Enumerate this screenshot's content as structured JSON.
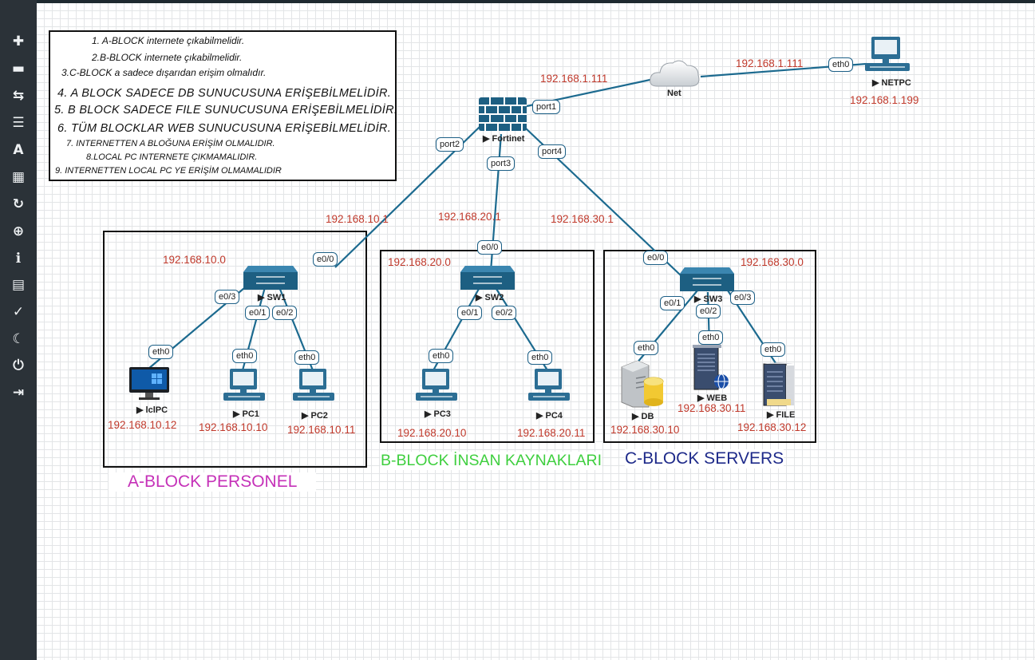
{
  "sidebar": {
    "items": [
      {
        "icon": "plus-icon",
        "glyph": "✚"
      },
      {
        "icon": "drive-icon",
        "glyph": "▬"
      },
      {
        "icon": "swap-arrows-icon",
        "glyph": "⇆"
      },
      {
        "icon": "align-left-icon",
        "glyph": "☰"
      },
      {
        "icon": "text-box-icon",
        "glyph": "A"
      },
      {
        "icon": "grid-icon",
        "glyph": "▦"
      },
      {
        "icon": "refresh-icon",
        "glyph": "↻"
      },
      {
        "icon": "zoom-icon",
        "glyph": "⊕"
      },
      {
        "icon": "info-icon",
        "glyph": "ℹ"
      },
      {
        "icon": "list-icon",
        "glyph": "▤"
      },
      {
        "icon": "check-circle-icon",
        "glyph": "✓"
      },
      {
        "icon": "moon-icon",
        "glyph": "☾"
      },
      {
        "icon": "power-icon",
        "glyph": "⏻"
      },
      {
        "icon": "logout-icon",
        "glyph": "⇥"
      }
    ]
  },
  "notes": [
    "1. A-BLOCK internete çıkabilmelidir.",
    "2.B-BLOCK internete çıkabilmelidir.",
    "3.C-BLOCK a sadece dışarıdan erişim olmalıdır.",
    "4. A BLOCK SADECE DB SUNUCUSUNA ERİŞEBİLMELİDİR.",
    "5. B BLOCK SADECE FILE SUNUCUSUNA ERİŞEBİLMELİDİR.",
    "6. TÜM BLOCKLAR WEB SUNUCUSUNA ERİŞEBİLMELİDİR.",
    "7. INTERNETTEN A BLOĞUNA ERİŞİM OLMALIDIR.",
    "8.LOCAL PC INTERNETE ÇIKMAMALIDIR.",
    "9. INTERNETTEN LOCAL PC YE ERİŞİM OLMAMALIDIR"
  ],
  "blocks": {
    "a": {
      "title": "A-BLOCK PERSONEL",
      "color": "#c531b8"
    },
    "b": {
      "title": "B-BLOCK İNSAN KAYNAKLARI",
      "color": "#3fcf3f"
    },
    "c": {
      "title": "C-BLOCK SERVERS",
      "color": "#1e2a8a"
    }
  },
  "nodes": {
    "fortinet": "Fortinet",
    "net": "Net",
    "netpc": "NETPC",
    "sw1": "SW1",
    "sw2": "SW2",
    "sw3": "SW3",
    "lclpc": "lclPC",
    "pc1": "PC1",
    "pc2": "PC2",
    "pc3": "PC3",
    "pc4": "PC4",
    "db": "DB",
    "web": "WEB",
    "file": "FILE"
  },
  "ports": {
    "port1": "port1",
    "port2": "port2",
    "port3": "port3",
    "port4": "port4",
    "netpc_eth0": "eth0",
    "sw1_e00": "e0/0",
    "sw1_e01": "e0/1",
    "sw1_e02": "e0/2",
    "sw1_e03": "e0/3",
    "sw2_e00": "e0/0",
    "sw2_e01": "e0/1",
    "sw2_e02": "e0/2",
    "sw3_e00": "e0/0",
    "sw3_e01": "e0/1",
    "sw3_e02": "e0/2",
    "sw3_e03": "e0/3",
    "lclpc_eth0": "eth0",
    "pc1_eth0": "eth0",
    "pc2_eth0": "eth0",
    "pc3_eth0": "eth0",
    "pc4_eth0": "eth0",
    "db_eth0": "eth0",
    "web_eth0": "eth0",
    "file_eth0": "eth0"
  },
  "ips": {
    "fortinet_port1": "192.168.1.111",
    "net_side": "192.168.1.111",
    "netpc": "192.168.1.199",
    "port2_net": "192.168.10.1",
    "port3_net": "192.168.20.1",
    "port4_net": "192.168.30.1",
    "a_net": "192.168.10.0",
    "b_net": "192.168.20.0",
    "c_net": "192.168.30.0",
    "lclpc": "192.168.10.12",
    "pc1": "192.168.10.10",
    "pc2": "192.168.10.11",
    "pc3": "192.168.20.10",
    "pc4": "192.168.20.11",
    "db": "192.168.30.10",
    "web": "192.168.30.11",
    "file": "192.168.30.12"
  },
  "colors": {
    "link": "#1c6a8f",
    "ip": "#c0392b",
    "port_border": "#1c5f86"
  }
}
